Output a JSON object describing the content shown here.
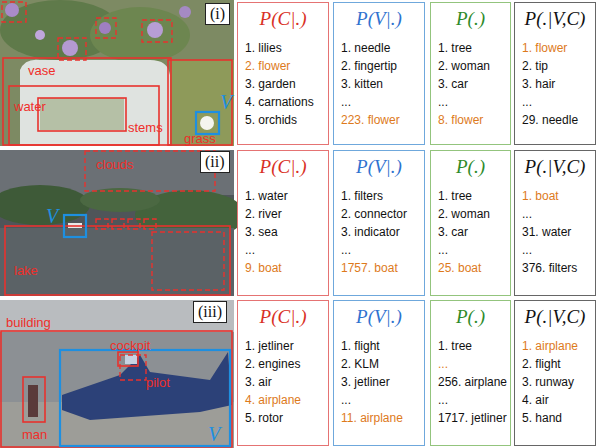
{
  "diagram": {
    "nodes": [
      {
        "text": [
          "P(C|.)",
          "1. lilies",
          "2. flower",
          "3. garden",
          "4. carnations",
          "5. orchids"
        ]
      },
      {
        "text": [
          "P(V|.)",
          "1. needle",
          "2. fingertip",
          "3. kitten",
          "...",
          "223. flower"
        ]
      },
      {
        "text": [
          "P(.)",
          "1. tree",
          "2. woman",
          "3. car",
          "...",
          "8. flower"
        ]
      },
      {
        "text": [
          "P(.|V,C)",
          "1. flower",
          "2. tip",
          "3. hair",
          "...",
          "29. needle"
        ]
      },
      {
        "text": [
          "P(C|.)",
          "1. water",
          "2. river",
          "3. sea",
          "...",
          "9. boat"
        ]
      },
      {
        "text": [
          "P(V|.)",
          "1. filters",
          "2. connector",
          "3. indicator",
          "...",
          "1757. boat"
        ]
      },
      {
        "text": [
          "P(.)",
          "1. tree",
          "2. woman",
          "3. car",
          "...",
          "25. boat"
        ]
      },
      {
        "text": [
          "P(.|V,C)",
          "1. boat",
          "...",
          "31. water",
          "...",
          "376. filters"
        ]
      },
      {
        "text": [
          "P(C|.)",
          "1. jetliner",
          "2. engines",
          "3. air",
          "4. airplane",
          "5. rotor"
        ]
      },
      {
        "text": [
          "P(V|.)",
          "1. flight",
          "2. KLM",
          "3. jetliner",
          "...",
          "11. airplane"
        ]
      },
      {
        "text": [
          "P(.)",
          "1. tree",
          "...",
          "256. airplane",
          "...",
          "1717. jetliner"
        ]
      },
      {
        "text": [
          "P(.|V,C)",
          "1. airplane",
          "2. flight",
          "3. runway",
          "4. air",
          "5. hand"
        ]
      }
    ],
    "labels": [
      "(i)",
      "vase",
      "water",
      "stems",
      "grass",
      "V",
      "(ii)",
      "clouds",
      "lake",
      "V",
      "(iii)",
      "building",
      "cockpit",
      "pilot",
      "man",
      "V"
    ]
  }
}
